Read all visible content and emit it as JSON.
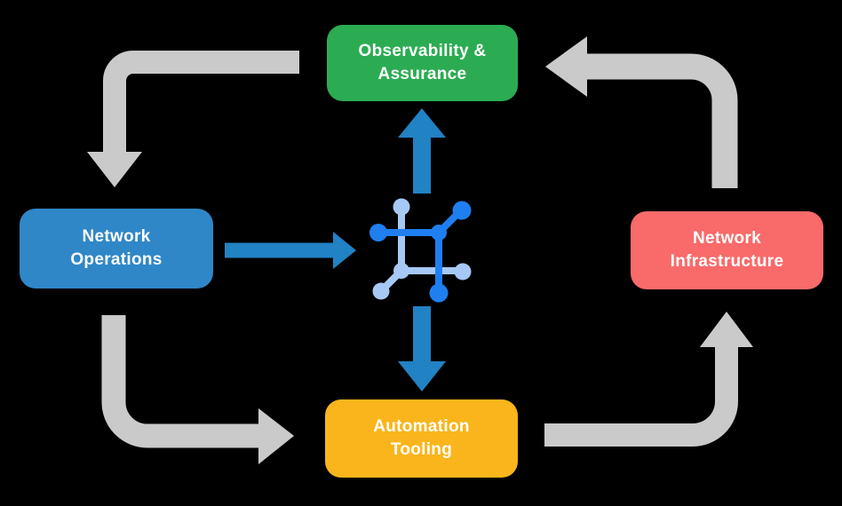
{
  "background": "#000000",
  "boxes": {
    "observability": {
      "label": "Observability &\nAssurance",
      "color": "#2BAC52"
    },
    "operations": {
      "label": "Network\nOperations",
      "color": "#2F87C8"
    },
    "infrastructure": {
      "label": "Network\nInfrastructure",
      "color": "#F96A6A"
    },
    "automation": {
      "label": "Automation\nTooling",
      "color": "#F9B51B"
    }
  },
  "icons": {
    "center": {
      "name": "network-nodes-icon",
      "dark_blue": "#1F7FF0",
      "light_blue": "#A6C8F4"
    }
  },
  "arrows": {
    "gray_color": "#CACACA",
    "blue_color": "#2182C4",
    "flow": [
      {
        "from": "Observability & Assurance",
        "to": "Network Operations",
        "style": "gray-elbow"
      },
      {
        "from": "Network Operations",
        "to": "Automation Tooling",
        "style": "gray-elbow"
      },
      {
        "from": "Automation Tooling",
        "to": "Network Infrastructure",
        "style": "gray-elbow"
      },
      {
        "from": "Network Infrastructure",
        "to": "Observability & Assurance",
        "style": "gray-elbow"
      },
      {
        "from": "Network Operations",
        "to": "center-icon",
        "style": "blue-straight"
      },
      {
        "from": "center-icon",
        "to": "Observability & Assurance",
        "style": "blue-straight"
      },
      {
        "from": "center-icon",
        "to": "Automation Tooling",
        "style": "blue-straight"
      }
    ]
  }
}
